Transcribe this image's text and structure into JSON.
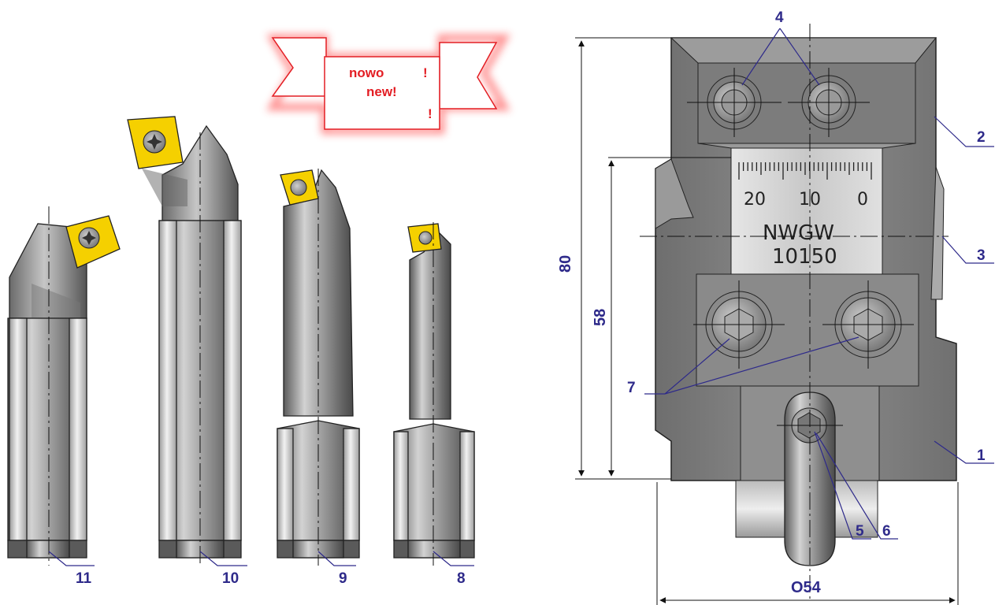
{
  "banner": {
    "line1": "nowo",
    "line2": "new!",
    "exclaim": "!",
    "color": "#e31e24"
  },
  "scale": {
    "ticks": [
      "20",
      "10",
      "0"
    ],
    "brand": "NWGW",
    "model": "10150"
  },
  "callouts": {
    "part1": "1",
    "part2": "2",
    "part3": "3",
    "part4": "4",
    "part5": "5",
    "part6": "6",
    "part7": "7",
    "part8": "8",
    "part9": "9",
    "part10": "10",
    "part11": "11"
  },
  "dimensions": {
    "height_total": "80",
    "height_scale": "58",
    "diameter": "O54"
  },
  "colors": {
    "label": "#2e2a8a",
    "insert": "#f5d000",
    "steel": "#8a8a8a",
    "banner": "#e31e24"
  }
}
